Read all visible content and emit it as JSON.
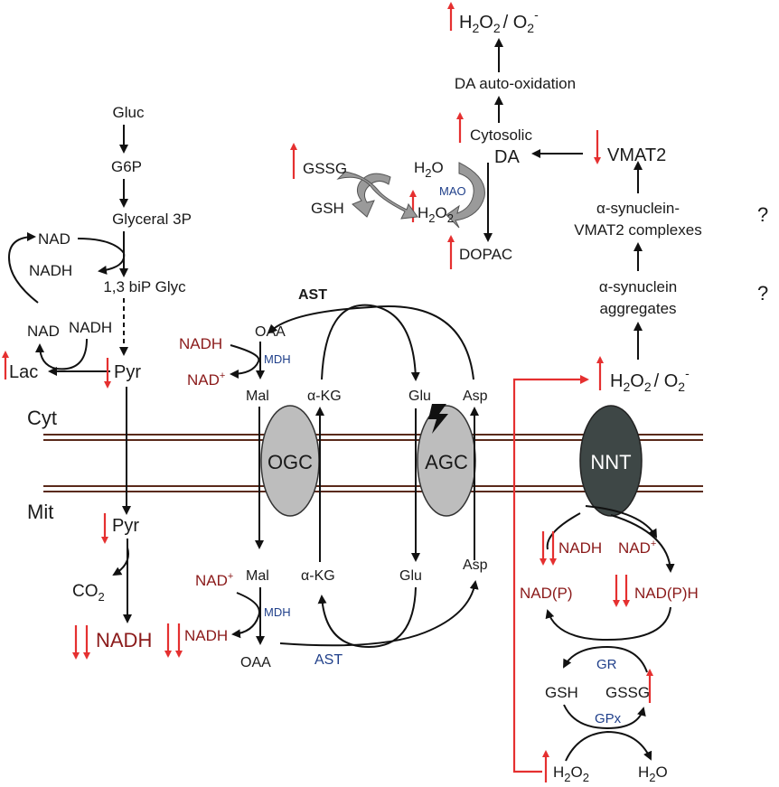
{
  "compartments": {
    "cyt": "Cyt",
    "mit": "Mit"
  },
  "transporters": {
    "ogc": "OGC",
    "agc": "AGC",
    "nnt": "NNT"
  },
  "glycolysis": {
    "gluc": "Gluc",
    "g6p": "G6P",
    "glyceral3p": "Glyceral 3P",
    "bipglyc": "1,3 biP Glyc",
    "nad_top": "NAD",
    "nadh_top": "NADH",
    "nad_low": "NAD",
    "nadh_low": "NADH",
    "lac": "Lac",
    "pyr": "Pyr"
  },
  "cytosol_shuttle": {
    "oaa": "OAA",
    "nadh": "NADH",
    "nadplus": "NAD",
    "plus": "+",
    "mdh": "MDH",
    "mal": "Mal",
    "akg": "α-KG",
    "glu": "Glu",
    "asp": "Asp",
    "ast": "AST"
  },
  "mito_shuttle": {
    "pyr": "Pyr",
    "co2": "CO",
    "co2_sub": "2",
    "nadh": "NADH",
    "nadplus": "NAD",
    "plus": "+",
    "mal": "Mal",
    "mdh": "MDH",
    "nadh2": "NADH",
    "oaa": "OAA",
    "akg": "α-KG",
    "glu": "Glu",
    "asp": "Asp",
    "ast": "AST"
  },
  "dopamine": {
    "ros_top": "H",
    "ros_top_sub": "2",
    "ros_top_mid": "O",
    "ros_top_sub2": "2",
    "ros_top_tail": "/ O",
    "ros_top_sup": "2",
    "ros_top_minus": "-",
    "autoox": "DA auto-oxidation",
    "cytosolic": "Cytosolic",
    "da": "DA",
    "vmat2": "VMAT2",
    "gssg": "GSSG",
    "gsh": "GSH",
    "h2o": "H",
    "h2o_sub": "2",
    "h2o_tail": "O",
    "mao": "MAO",
    "h2o2": "H",
    "h2o2_sub": "2",
    "h2o2_mid": "O",
    "h2o2_sub2": "2",
    "dopac": "DOPAC",
    "syn_vmat_1": "α-synuclein-",
    "syn_vmat_2": "VMAT2 complexes",
    "syn_agg_1": "α-synuclein",
    "syn_agg_2": "aggregates",
    "q1": "?",
    "q2": "?",
    "ros_mid": "H",
    "ros_mid_sub": "2",
    "ros_mid_mid": "O",
    "ros_mid_sub2": "2",
    "ros_mid_tail": "/ O",
    "ros_mid_sup": "2",
    "ros_mid_minus": "-"
  },
  "nnt_cycle": {
    "nadh": "NADH",
    "nadplus": "NAD",
    "plus": "+",
    "nadp": "NAD(P)",
    "nadph": "NAD(P)H",
    "gr": "GR",
    "gsh": "GSH",
    "gssg": "GSSG",
    "gpx": "GPx",
    "h2o2": "H",
    "h2o2_sub": "2",
    "h2o2_mid": "O",
    "h2o2_sub2": "2",
    "h2o": "H",
    "h2o_sub": "2",
    "h2o_tail": "O"
  }
}
